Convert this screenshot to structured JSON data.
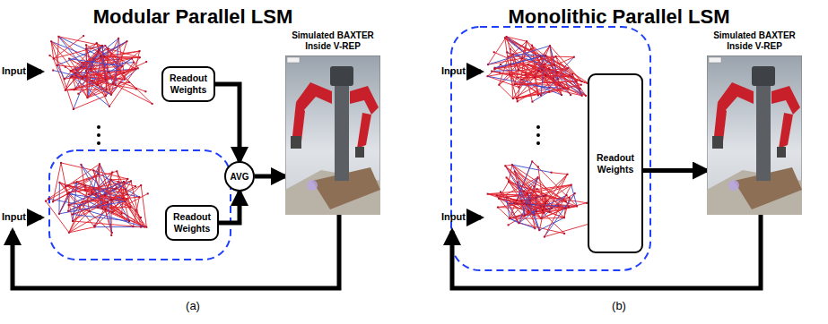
{
  "diagram": {
    "nodes": [
      {
        "text": [
          "Readout Weights"
        ]
      },
      {
        "text": [
          "Readout Weights"
        ]
      },
      {
        "text": [
          "AVG"
        ]
      },
      {
        "text": [
          "Simulated BAXTER Inside V-REP"
        ]
      },
      {
        "text": [
          "Readout Weights"
        ]
      },
      {
        "text": [
          "Simulated BAXTER Inside V-REP"
        ]
      }
    ],
    "edges": [
      {
        "from": 0,
        "to": 2,
        "arrow": "to"
      },
      {
        "from": 1,
        "to": 2,
        "arrow": "to"
      },
      {
        "from": 2,
        "to": 3,
        "arrow": "to"
      },
      {
        "from": 4,
        "to": 5,
        "arrow": "to"
      }
    ],
    "labels": [
      "Modular Parallel LSM",
      "Input",
      "Input",
      "(a)",
      "Monolithic Parallel LSM",
      "Input",
      "Input",
      "(b)"
    ]
  }
}
